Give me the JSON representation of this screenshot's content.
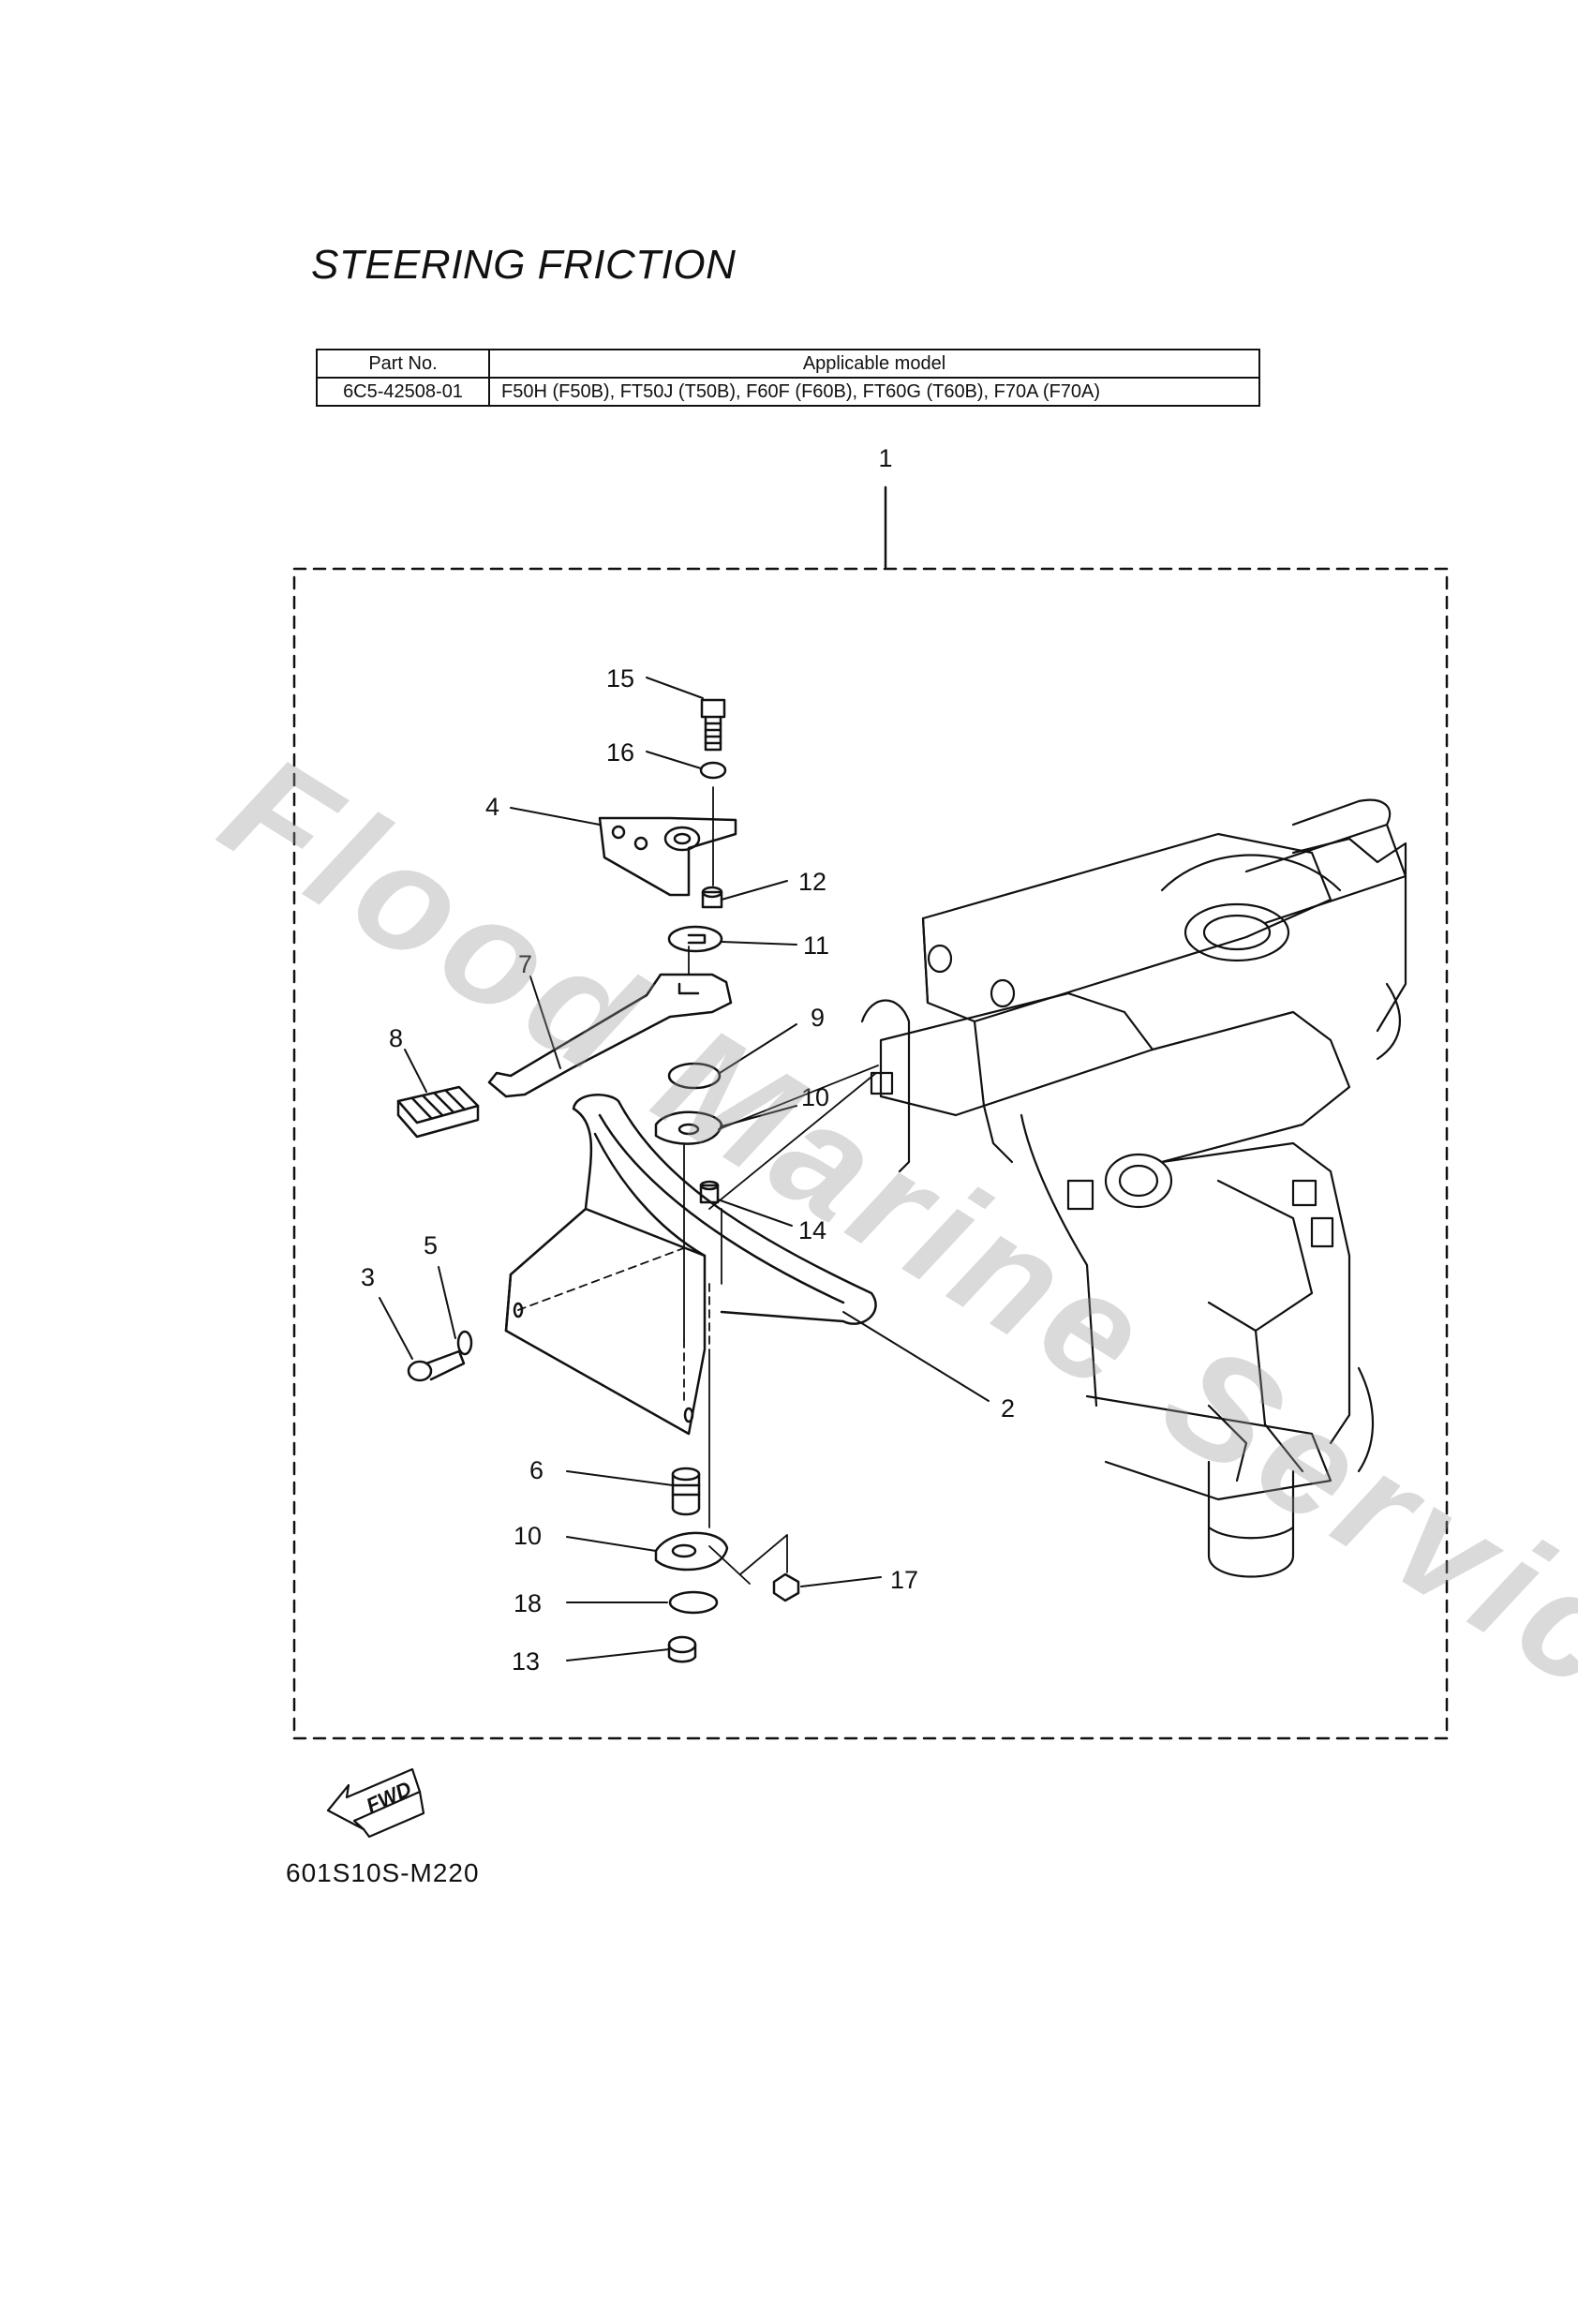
{
  "title": "STEERING FRICTION",
  "table": {
    "header": {
      "part_no": "Part No.",
      "model": "Applicable model"
    },
    "row": {
      "part_no": "6C5-42508-01",
      "model": "F50H (F50B), FT50J (T50B), F60F (F60B), FT60G (T60B), F70A (F70A)"
    }
  },
  "callouts": {
    "c1": "1",
    "c2": "2",
    "c3": "3",
    "c4": "4",
    "c5": "5",
    "c6": "6",
    "c7": "7",
    "c8": "8",
    "c9": "9",
    "c10a": "10",
    "c10b": "10",
    "c11": "11",
    "c12": "12",
    "c13": "13",
    "c14": "14",
    "c15": "15",
    "c16": "16",
    "c17": "17",
    "c18": "18"
  },
  "fwd_label": "FWD",
  "figure_code": "601S10S-M220",
  "watermark": "Flood Marine Services"
}
